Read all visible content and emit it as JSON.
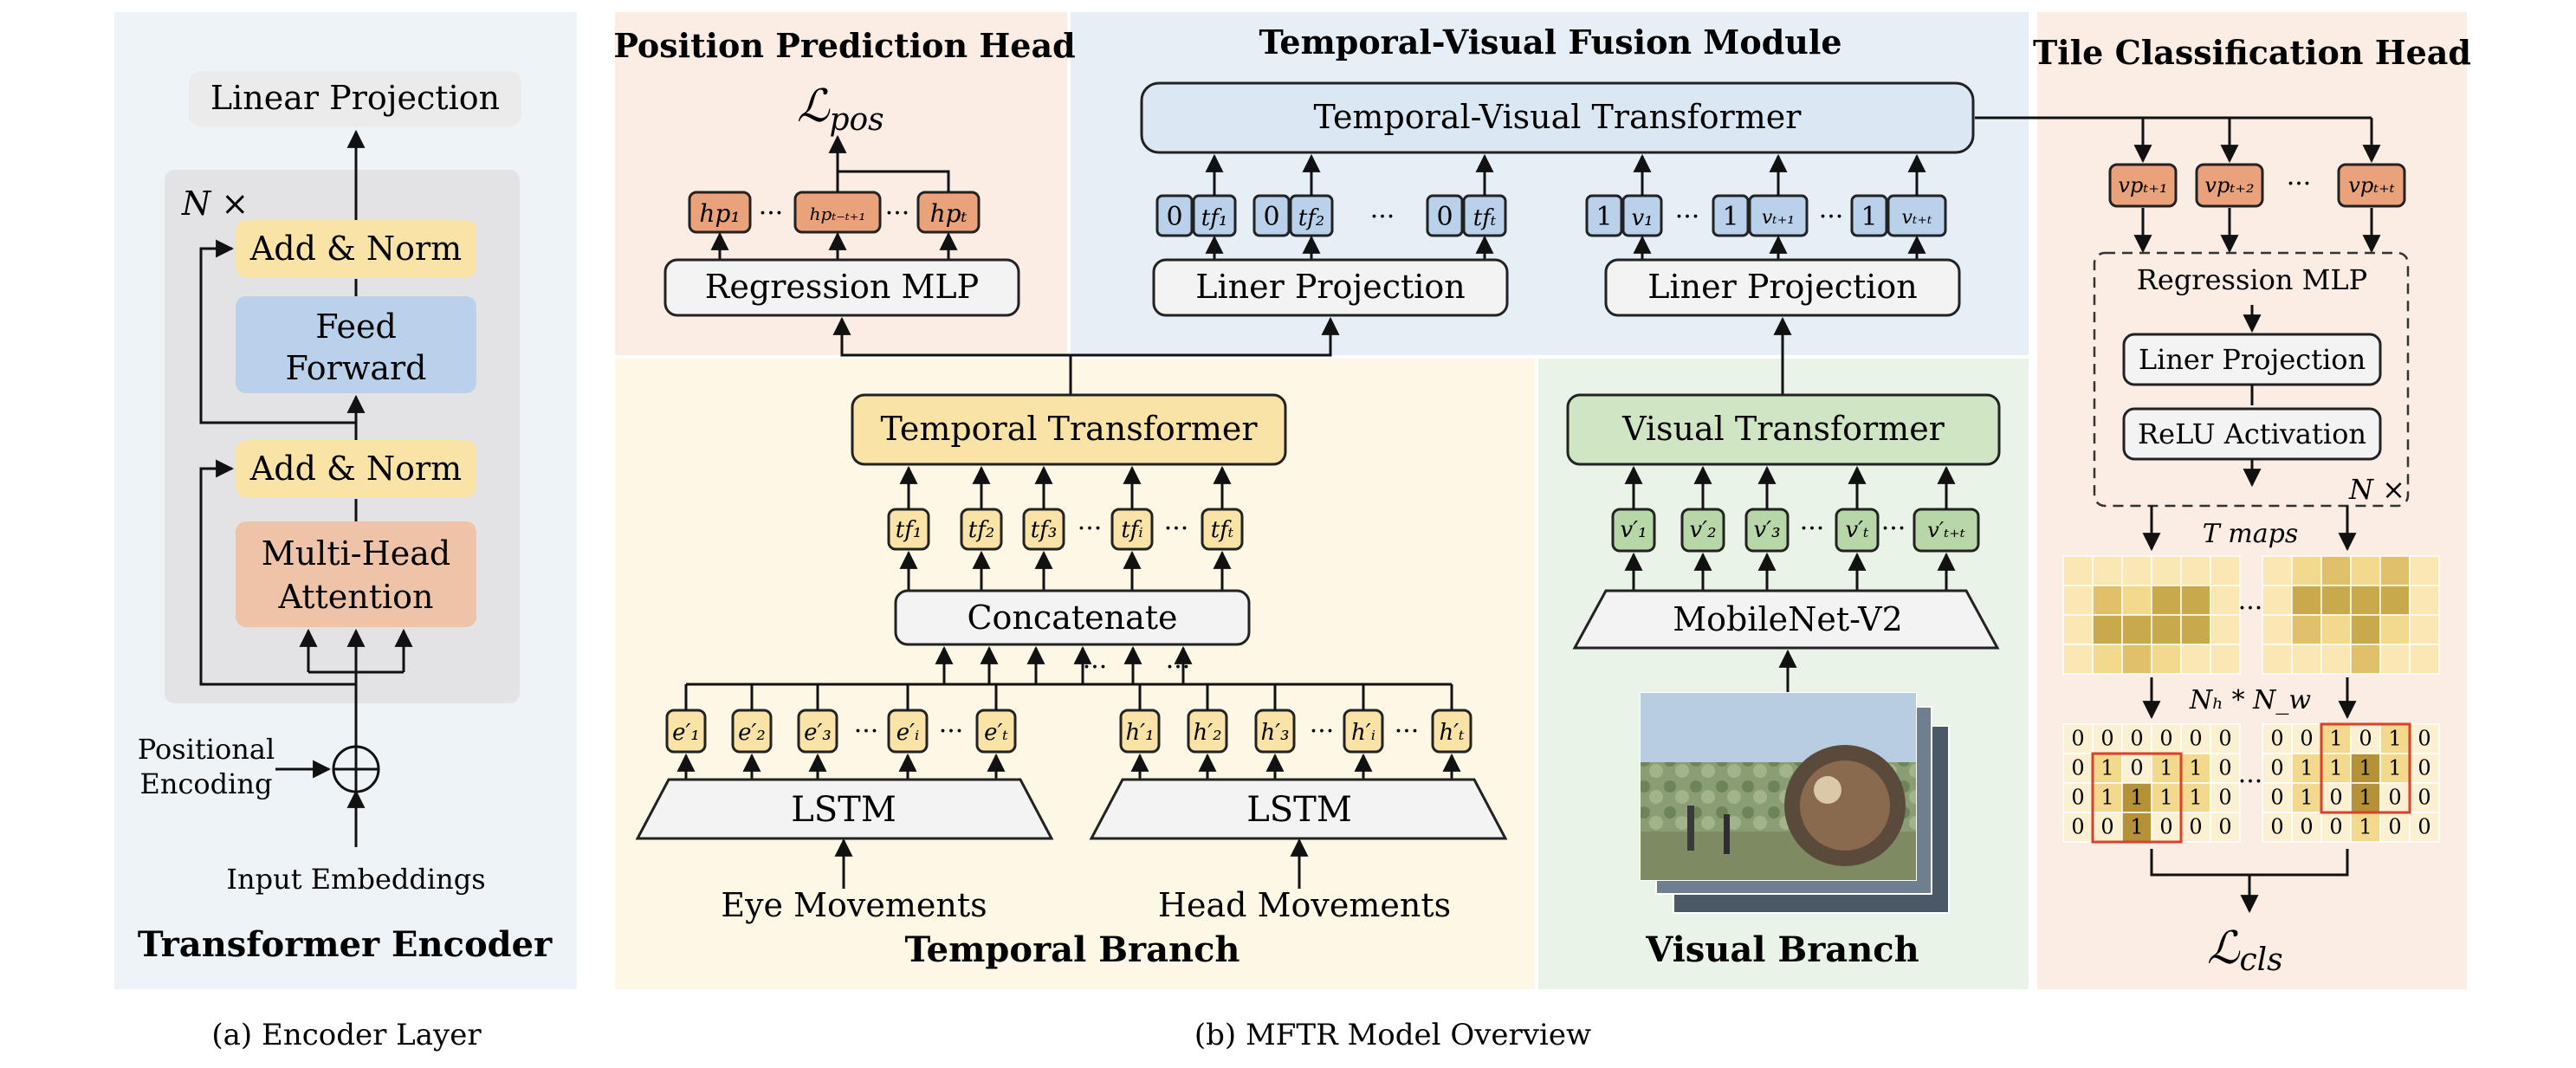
{
  "panels": {
    "encoder": {
      "title": "Transformer Encoder",
      "linear_projection": "Linear Projection",
      "repeat": "N ×",
      "add_norm_top": "Add & Norm",
      "feed_forward": [
        "Feed",
        "Forward"
      ],
      "add_norm_bottom": "Add & Norm",
      "mha": [
        "Multi-Head",
        "Attention"
      ],
      "positional_encoding": [
        "Positional",
        "Encoding"
      ],
      "input_embeddings": "Input Embeddings"
    },
    "position_head": {
      "title": "Position Prediction Head",
      "loss": "ℒ",
      "loss_sub": "pos",
      "tokens": [
        "hp₁",
        "hpₜ₋ₜ₊₁",
        "hpₜ"
      ],
      "ellipsis": "···",
      "regression": "Regression MLP"
    },
    "fusion": {
      "title": "Temporal-Visual Fusion Module",
      "transformer": "Temporal-Visual Transformer",
      "proj_left": "Liner Projection",
      "proj_right": "Liner Projection",
      "left_tokens": [
        [
          "0",
          "tf₁"
        ],
        [
          "0",
          "tf₂"
        ],
        [
          "0",
          "tfₜ"
        ]
      ],
      "right_tokens": [
        [
          "1",
          "v₁"
        ],
        [
          "1",
          "vₜ₊₁"
        ],
        [
          "1",
          "vₜ₊ₜ"
        ]
      ],
      "ellipsis": "···"
    },
    "temporal": {
      "title": "Temporal Branch",
      "transformer": "Temporal Transformer",
      "features": [
        "tf₁",
        "tf₂",
        "tf₃",
        "tfᵢ",
        "tfₜ"
      ],
      "concatenate": "Concatenate",
      "eye_tokens": [
        "e′₁",
        "e′₂",
        "e′₃",
        "e′ᵢ",
        "e′ₜ"
      ],
      "head_tokens": [
        "h′₁",
        "h′₂",
        "h′₃",
        "h′ᵢ",
        "h′ₜ"
      ],
      "lstm_left": "LSTM",
      "lstm_right": "LSTM",
      "eye_input": "Eye Movements",
      "head_input": "Head Movements",
      "ellipsis": "···"
    },
    "visual": {
      "title": "Visual Branch",
      "transformer": "Visual Transformer",
      "tokens": [
        "v′₁",
        "v′₂",
        "v′₃",
        "v′ₜ",
        "v′ₜ₊ₜ"
      ],
      "backbone": "MobileNet-V2",
      "ellipsis": "···"
    },
    "tile_head": {
      "title": "Tile Classification Head",
      "tokens": [
        "vpₜ₊₁",
        "vpₜ₊₂",
        "vpₜ₊ₜ"
      ],
      "regression": "Regression MLP",
      "proj": "Liner Projection",
      "relu": "ReLU Activation",
      "repeat": "N ×",
      "maps_label": "T maps",
      "grid_label": "Nₕ * N_w",
      "loss": "ℒ",
      "loss_sub": "cls",
      "ellipsis": "···",
      "grid_left": [
        [
          0,
          0,
          0,
          0,
          0,
          0
        ],
        [
          0,
          1,
          0,
          1,
          1,
          0
        ],
        [
          0,
          1,
          1,
          1,
          1,
          0
        ],
        [
          0,
          0,
          1,
          0,
          0,
          0
        ]
      ],
      "grid_right": [
        [
          0,
          0,
          1,
          0,
          1,
          0
        ],
        [
          0,
          1,
          1,
          1,
          1,
          0
        ],
        [
          0,
          1,
          0,
          1,
          0,
          0
        ],
        [
          0,
          0,
          0,
          1,
          0,
          0
        ]
      ]
    }
  },
  "captions": {
    "left": "(a)  Encoder Layer",
    "right": "(b)  MFTR Model Overview"
  },
  "colors": {
    "encoder_bg": "#eef3f8",
    "position_bg": "#fbece4",
    "fusion_bg": "#e6eef6",
    "temporal_bg": "#fdf8e6",
    "visual_bg": "#eaf3e7",
    "tile_bg": "#fbece4",
    "yellow_box": "#f9e3a6",
    "orange_box": "#e9a27a",
    "blue_box": "#b9d1ea",
    "green_box": "#b7d7a8",
    "gray_box": "#efefef"
  }
}
